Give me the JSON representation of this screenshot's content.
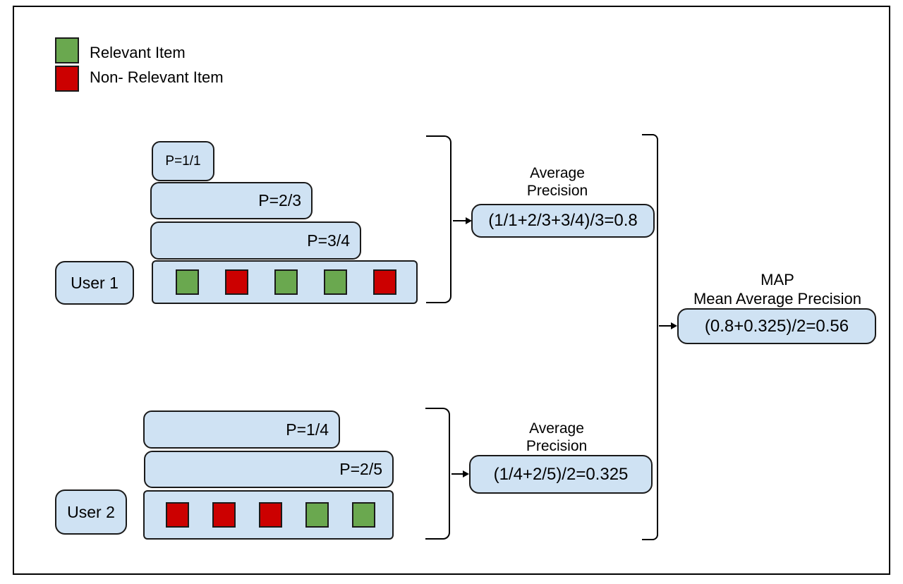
{
  "colors": {
    "relevant": "#6aa84f",
    "non_relevant": "#cc0000",
    "box_fill": "#cfe2f3",
    "stroke": "#000000"
  },
  "legend": {
    "items": [
      {
        "label": "Relevant Item",
        "color": "#6aa84f"
      },
      {
        "label": "Non- Relevant Item",
        "color": "#cc0000"
      }
    ]
  },
  "users": [
    {
      "label": "User 1",
      "precisions": [
        "P=1/1",
        "P=2/3",
        "P=3/4"
      ],
      "items": [
        "relevant",
        "non-relevant",
        "relevant",
        "relevant",
        "non-relevant"
      ],
      "item_colors": [
        "#6aa84f",
        "#cc0000",
        "#6aa84f",
        "#6aa84f",
        "#cc0000"
      ],
      "ap_title_line1": "Average",
      "ap_title_line2": "Precision",
      "ap_formula": "(1/1+2/3+3/4)/3=0.8"
    },
    {
      "label": "User 2",
      "precisions": [
        "P=1/4",
        "P=2/5"
      ],
      "items": [
        "non-relevant",
        "non-relevant",
        "non-relevant",
        "relevant",
        "relevant"
      ],
      "item_colors": [
        "#cc0000",
        "#cc0000",
        "#cc0000",
        "#6aa84f",
        "#6aa84f"
      ],
      "ap_title_line1": "Average",
      "ap_title_line2": "Precision",
      "ap_formula": "(1/4+2/5)/2=0.325"
    }
  ],
  "map": {
    "title_line1": "MAP",
    "title_line2": "Mean Average Precision",
    "formula": "(0.8+0.325)/2=0.56"
  }
}
